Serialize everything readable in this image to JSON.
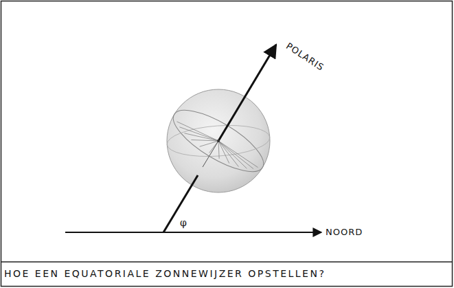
{
  "diagram": {
    "caption": "HOE EEN EQUATORIALE ZONNEWIJZER OPSTELLEN?",
    "labels": [
      "POLARIS",
      "φ",
      "NOORD"
    ]
  }
}
